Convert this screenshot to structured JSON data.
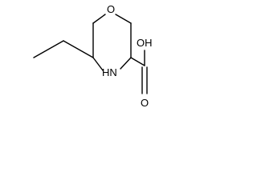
{
  "molecule": {
    "atoms": {
      "oxygen_ring": "O",
      "nitrogen_ring": "HN",
      "hydroxyl": "OH",
      "carbonyl_oxygen": "O"
    }
  }
}
